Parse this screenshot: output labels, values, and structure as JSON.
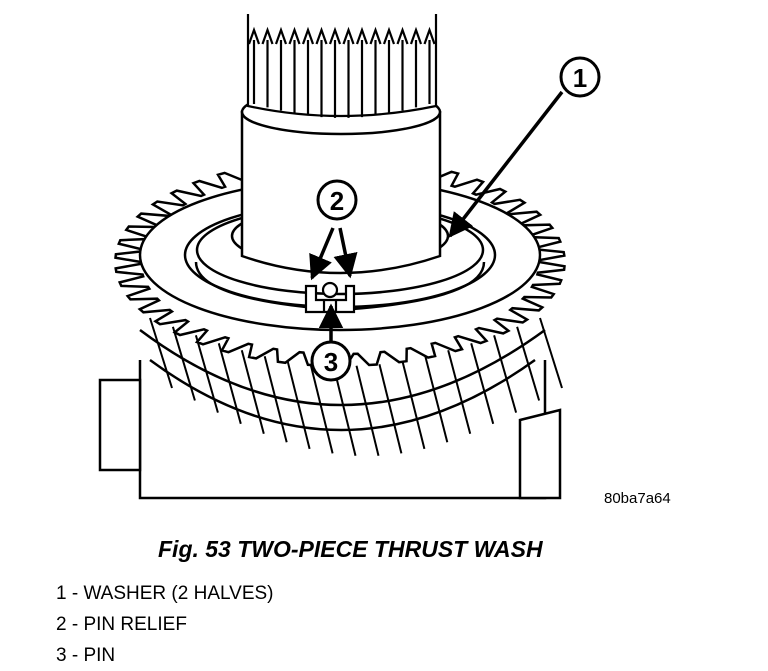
{
  "callouts": [
    "1",
    "2",
    "3"
  ],
  "figure_id": "80ba7a64",
  "caption": "Fig. 53 TWO-PIECE THRUST WASH",
  "legend": [
    "1 - WASHER (2 HALVES)",
    "2 - PIN RELIEF",
    "3 - PIN"
  ]
}
